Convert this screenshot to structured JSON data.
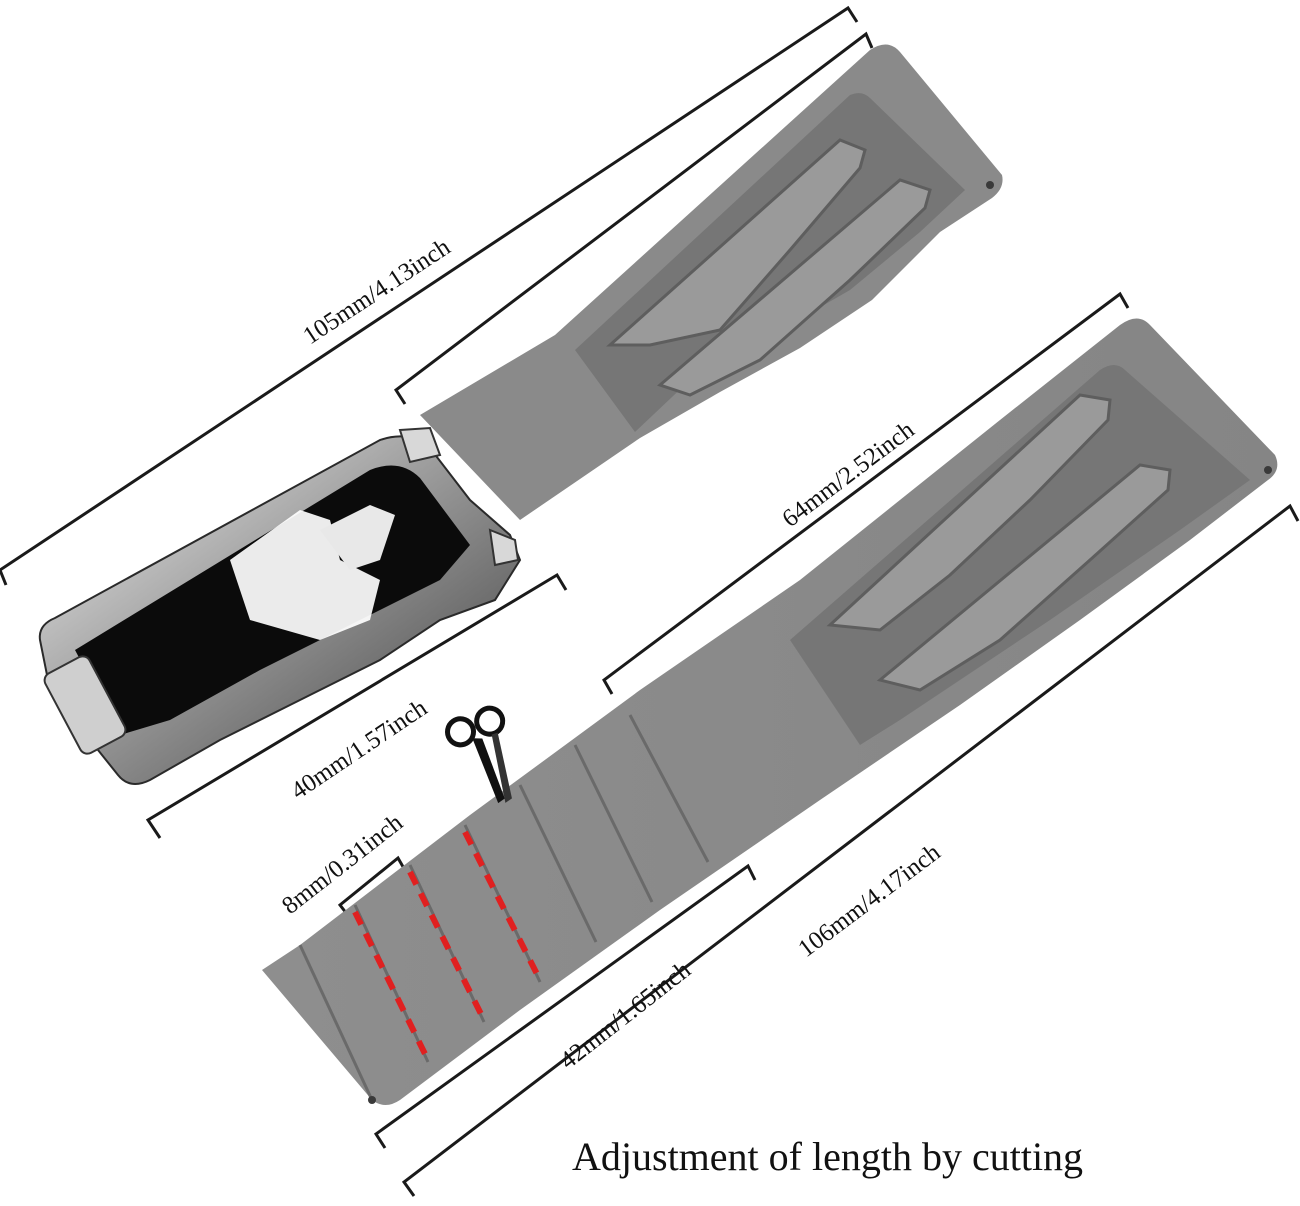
{
  "measurements": {
    "buckle_strap_total": "105mm/4.13inch",
    "strap_pad": "64mm/2.52inch",
    "buckle": "40mm/1.57inch",
    "segment": "8mm/0.31inch",
    "adjustable_section": "42mm/1.65inch",
    "long_strap_total": "106mm/4.17inch"
  },
  "caption": "Adjustment of length by cutting",
  "colors": {
    "strap": "#8a8a8a",
    "strap_shadow": "#6f6f6f",
    "cut_line": "#e02020",
    "buckle_dark": "#0b0b0b",
    "buckle_steel": "#b9b9b9"
  },
  "icons": {
    "scissors": "scissors-icon"
  }
}
